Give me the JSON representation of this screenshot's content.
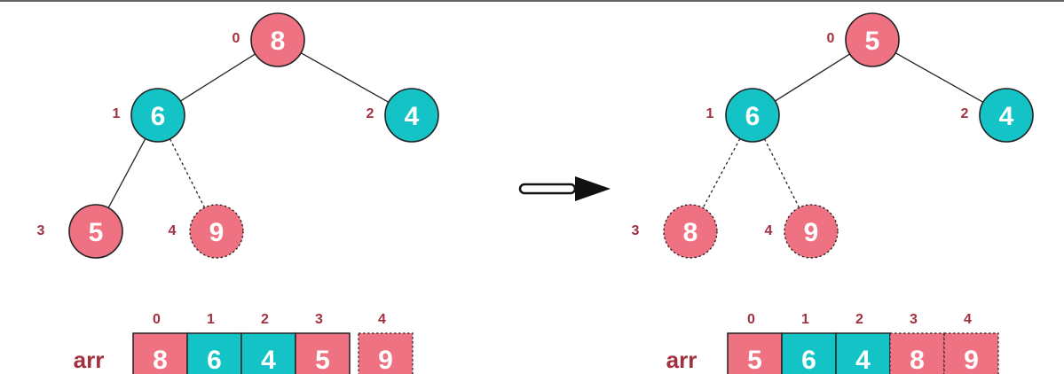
{
  "colors": {
    "pink": "#ef7283",
    "teal": "#13c3c6",
    "index_red": "#a3303f",
    "stroke": "#222222",
    "white": "#ffffff"
  },
  "arrow_icon": "right-arrow-icon",
  "left": {
    "tree": [
      {
        "index": "0",
        "value": "8",
        "color": "pink",
        "style": "solid"
      },
      {
        "index": "1",
        "value": "6",
        "color": "teal",
        "style": "solid"
      },
      {
        "index": "2",
        "value": "4",
        "color": "teal",
        "style": "solid"
      },
      {
        "index": "3",
        "value": "5",
        "color": "pink",
        "style": "solid"
      },
      {
        "index": "4",
        "value": "9",
        "color": "pink",
        "style": "dashed"
      }
    ],
    "edges": [
      {
        "from": 0,
        "to": 1,
        "style": "solid"
      },
      {
        "from": 0,
        "to": 2,
        "style": "solid"
      },
      {
        "from": 1,
        "to": 3,
        "style": "solid"
      },
      {
        "from": 1,
        "to": 4,
        "style": "dashed"
      }
    ],
    "array": {
      "label": "arr",
      "cells": [
        {
          "index": "0",
          "value": "8",
          "color": "pink",
          "style": "solid"
        },
        {
          "index": "1",
          "value": "6",
          "color": "teal",
          "style": "solid"
        },
        {
          "index": "2",
          "value": "4",
          "color": "teal",
          "style": "solid"
        },
        {
          "index": "3",
          "value": "5",
          "color": "pink",
          "style": "solid"
        },
        {
          "index": "4",
          "value": "9",
          "color": "pink",
          "style": "dashed"
        }
      ]
    }
  },
  "right": {
    "tree": [
      {
        "index": "0",
        "value": "5",
        "color": "pink",
        "style": "solid"
      },
      {
        "index": "1",
        "value": "6",
        "color": "teal",
        "style": "solid"
      },
      {
        "index": "2",
        "value": "4",
        "color": "teal",
        "style": "solid"
      },
      {
        "index": "3",
        "value": "8",
        "color": "pink",
        "style": "dashed"
      },
      {
        "index": "4",
        "value": "9",
        "color": "pink",
        "style": "dashed"
      }
    ],
    "edges": [
      {
        "from": 0,
        "to": 1,
        "style": "solid"
      },
      {
        "from": 0,
        "to": 2,
        "style": "solid"
      },
      {
        "from": 1,
        "to": 3,
        "style": "dashed"
      },
      {
        "from": 1,
        "to": 4,
        "style": "dashed"
      }
    ],
    "array": {
      "label": "arr",
      "cells": [
        {
          "index": "0",
          "value": "5",
          "color": "pink",
          "style": "solid"
        },
        {
          "index": "1",
          "value": "6",
          "color": "teal",
          "style": "solid"
        },
        {
          "index": "2",
          "value": "4",
          "color": "teal",
          "style": "solid"
        },
        {
          "index": "3",
          "value": "8",
          "color": "pink",
          "style": "dashed"
        },
        {
          "index": "4",
          "value": "9",
          "color": "pink",
          "style": "dashed"
        }
      ]
    }
  }
}
